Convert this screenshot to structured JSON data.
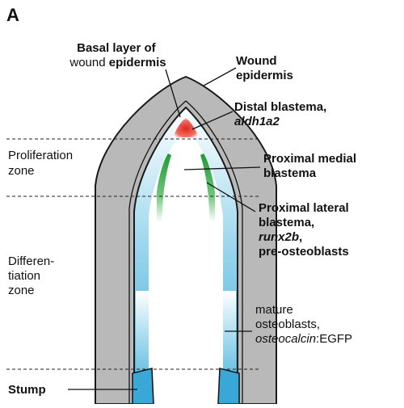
{
  "panel_letter": "A",
  "labels": {
    "basal_layer": [
      "Basal layer of",
      "wound ",
      "epidermis"
    ],
    "wound_epidermis": [
      "Wound",
      "epidermis"
    ],
    "distal_blastema": [
      "Distal blastema,",
      "aldh1a2"
    ],
    "proliferation_zone": [
      "Proliferation",
      "zone"
    ],
    "proximal_medial": [
      "Proximal medial",
      "blastema"
    ],
    "proximal_lateral": [
      "Proximal lateral",
      "blastema,",
      "runx2b",
      ",",
      "pre-osteoblasts"
    ],
    "differentiation_zone": [
      "Differen-",
      "tiation",
      "zone"
    ],
    "mature_osteoblasts": [
      "mature",
      "osteoblasts,",
      "osteocalcin",
      ":EGFP"
    ],
    "stump": "Stump"
  },
  "colors": {
    "epidermis": "#b9b9b9",
    "distal_blastema": "#e0261f",
    "proximal_lateral_blastema": "#25a337",
    "mature_osteoblasts": "#3aa8d6",
    "outline": "#1a1a1a"
  }
}
